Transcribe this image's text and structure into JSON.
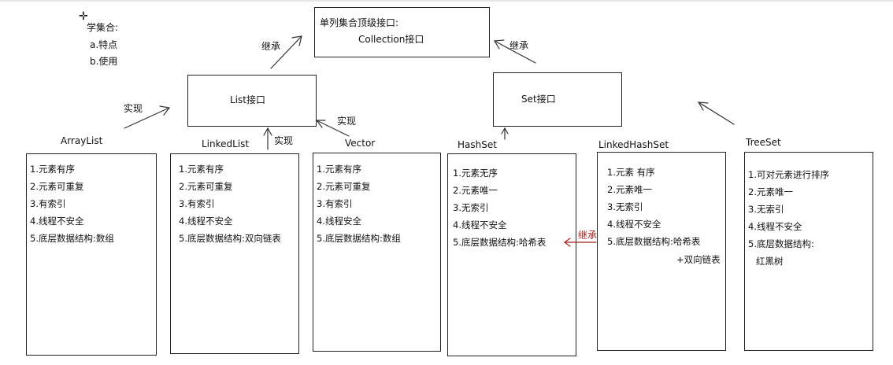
{
  "study": {
    "cursor_icon": "crosshair-cursor-icon",
    "title": "学集合:",
    "items": [
      "a.特点",
      "b.使用"
    ]
  },
  "top_interface": {
    "line1": "单列集合顶级接口:",
    "line2": "Collection接口"
  },
  "list_interface": "List接口",
  "set_interface": "Set接口",
  "relation_labels": {
    "list_to_collection": "继承",
    "set_to_collection": "继承",
    "arraylist_impl": "实现",
    "linkedlist_impl": "实现",
    "vector_impl": "实现",
    "linkedhashset_extends": "继承"
  },
  "classes": {
    "arraylist": {
      "name": "ArrayList",
      "items": [
        "1.元素有序",
        "2.元素可重复",
        "3.有索引",
        "4.线程不安全",
        "5.底层数据结构:数组"
      ]
    },
    "linkedlist": {
      "name": "LinkedList",
      "items": [
        "1.元素有序",
        "2.元素可重复",
        "3.有索引",
        "4.线程不安全",
        "5.底层数据结构:双向链表"
      ]
    },
    "vector": {
      "name": "Vector",
      "items": [
        "1.元素有序",
        "2.元素可重复",
        "3.有索引",
        "4.线程安全",
        "5.底层数据结构:数组"
      ]
    },
    "hashset": {
      "name": "HashSet",
      "items": [
        "1.元素无序",
        "2.元素唯一",
        "3.无索引",
        "4.线程不安全",
        "5.底层数据结构:哈希表"
      ]
    },
    "linkedhashset": {
      "name": "LinkedHashSet",
      "items": [
        "1.元素 有序",
        "2.元素唯一",
        "3.无索引",
        "4.线程不安全",
        "5.底层数据结构:哈希表"
      ],
      "extra": "+双向链表"
    },
    "treeset": {
      "name": "TreeSet",
      "items": [
        "1.可对元素进行排序",
        "2.元素唯一",
        "3.无索引",
        "4.线程不安全",
        "5.底层数据结构:"
      ],
      "extra": "红黑树"
    }
  },
  "colors": {
    "line": "#222222",
    "arrow": "#333333",
    "inherit_red": "#a12020"
  }
}
